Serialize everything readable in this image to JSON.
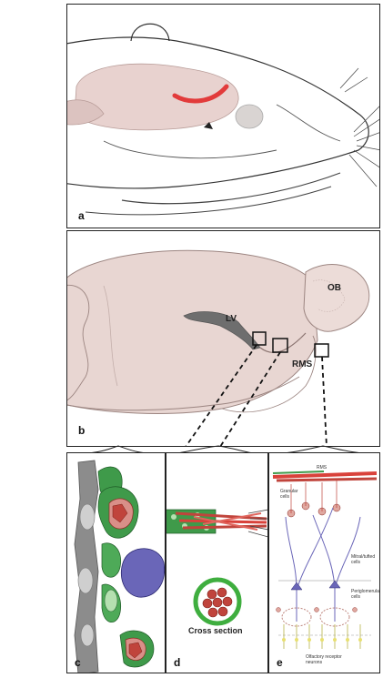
{
  "panels": {
    "a": "a",
    "b": "b",
    "c": "c",
    "d": "d",
    "e": "e"
  },
  "labels": {
    "lv": "LV",
    "ob": "OB",
    "rms": "RMS",
    "cross_section": "Cross section"
  },
  "panel_e_labels": {
    "rms": "RMS",
    "granular": "Granular cells",
    "mitral": "Mitral/tufted cells",
    "periglomerular": "Periglomerular cells",
    "olfactory": "Olfactory receptor neurons"
  },
  "colors": {
    "brain": "#e8d2cf",
    "stream": "#d9423b",
    "glia_green": "#3f9a4a",
    "neuron_purple": "#6a66b8",
    "vessel_gray": "#8c8c8c"
  }
}
